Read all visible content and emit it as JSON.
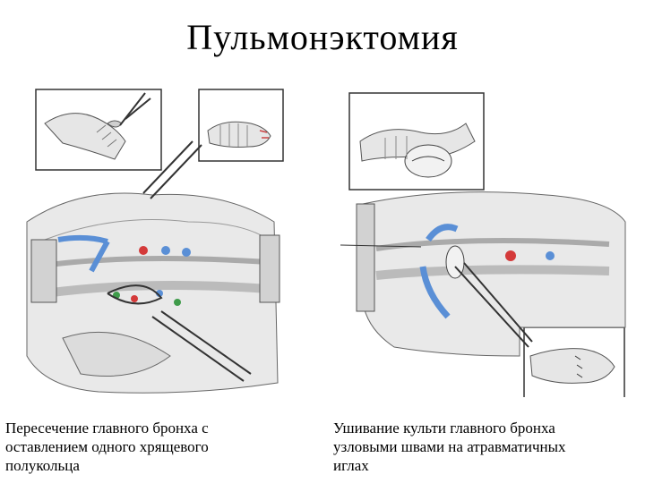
{
  "slide": {
    "title": "Пульмонэктомия"
  },
  "left_panel": {
    "caption": "Пересечение главного бронха с\nоставлением одного хрящевого\nполукольца"
  },
  "right_panel": {
    "caption": "Ушивание культи главного бронха\nузловыми швами на атравматичных\nиглах"
  },
  "colors": {
    "vessel_blue": "#5a8fd6",
    "clamp_red": "#d43a3a",
    "clamp_green": "#3f9b4a",
    "tissue_gray": "#d8d8d8",
    "line_dark": "#333333"
  }
}
